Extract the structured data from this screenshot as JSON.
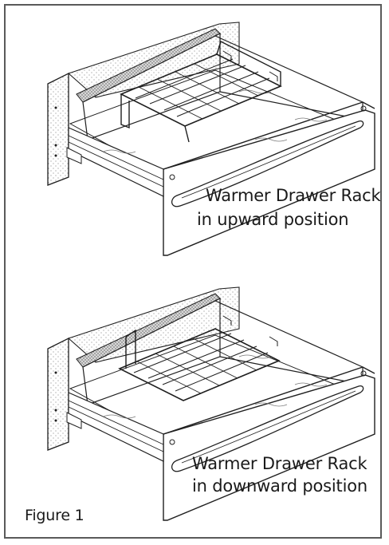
{
  "figure": {
    "label": "Figure 1",
    "illustrations": [
      {
        "id": "upward",
        "caption_line1": "Warmer Drawer Rack",
        "caption_line2": "in upward position"
      },
      {
        "id": "downward",
        "caption_line1": "Warmer Drawer Rack",
        "caption_line2": "in downward position"
      }
    ]
  },
  "colors": {
    "frame": "#5a5a5a",
    "line": "#1f1f1f",
    "stipple": "#9a9a9a"
  }
}
